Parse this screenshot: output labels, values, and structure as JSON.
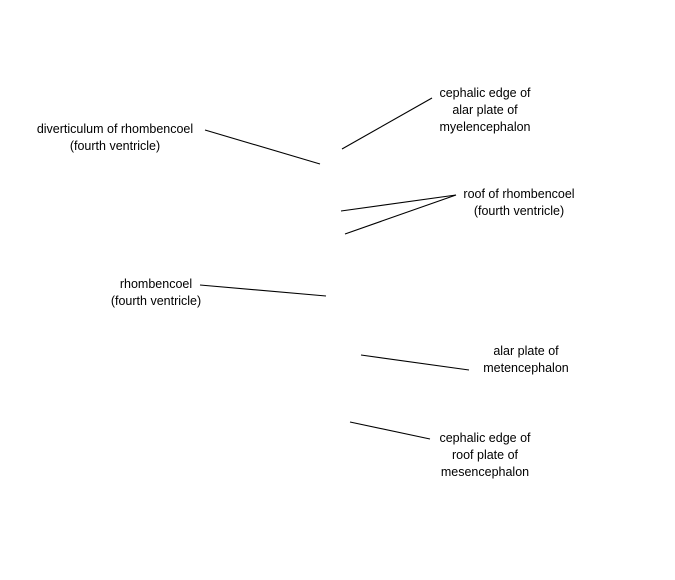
{
  "labels": {
    "diverticulum": [
      "diverticulum of rhombencoel",
      "(fourth ventricle)"
    ],
    "cephalic_alar": [
      "cephalic edge of",
      "alar plate of",
      "myelencephalon"
    ],
    "roof_rhombencoel": [
      "roof of rhombencoel",
      "(fourth ventricle)"
    ],
    "rhombencoel": [
      "rhombencoel",
      "(fourth ventricle)"
    ],
    "alar_metencephalon": [
      "alar plate of",
      "metencephalon"
    ],
    "cephalic_roof": [
      "cephalic edge of",
      "roof plate of",
      "mesencephalon"
    ]
  }
}
